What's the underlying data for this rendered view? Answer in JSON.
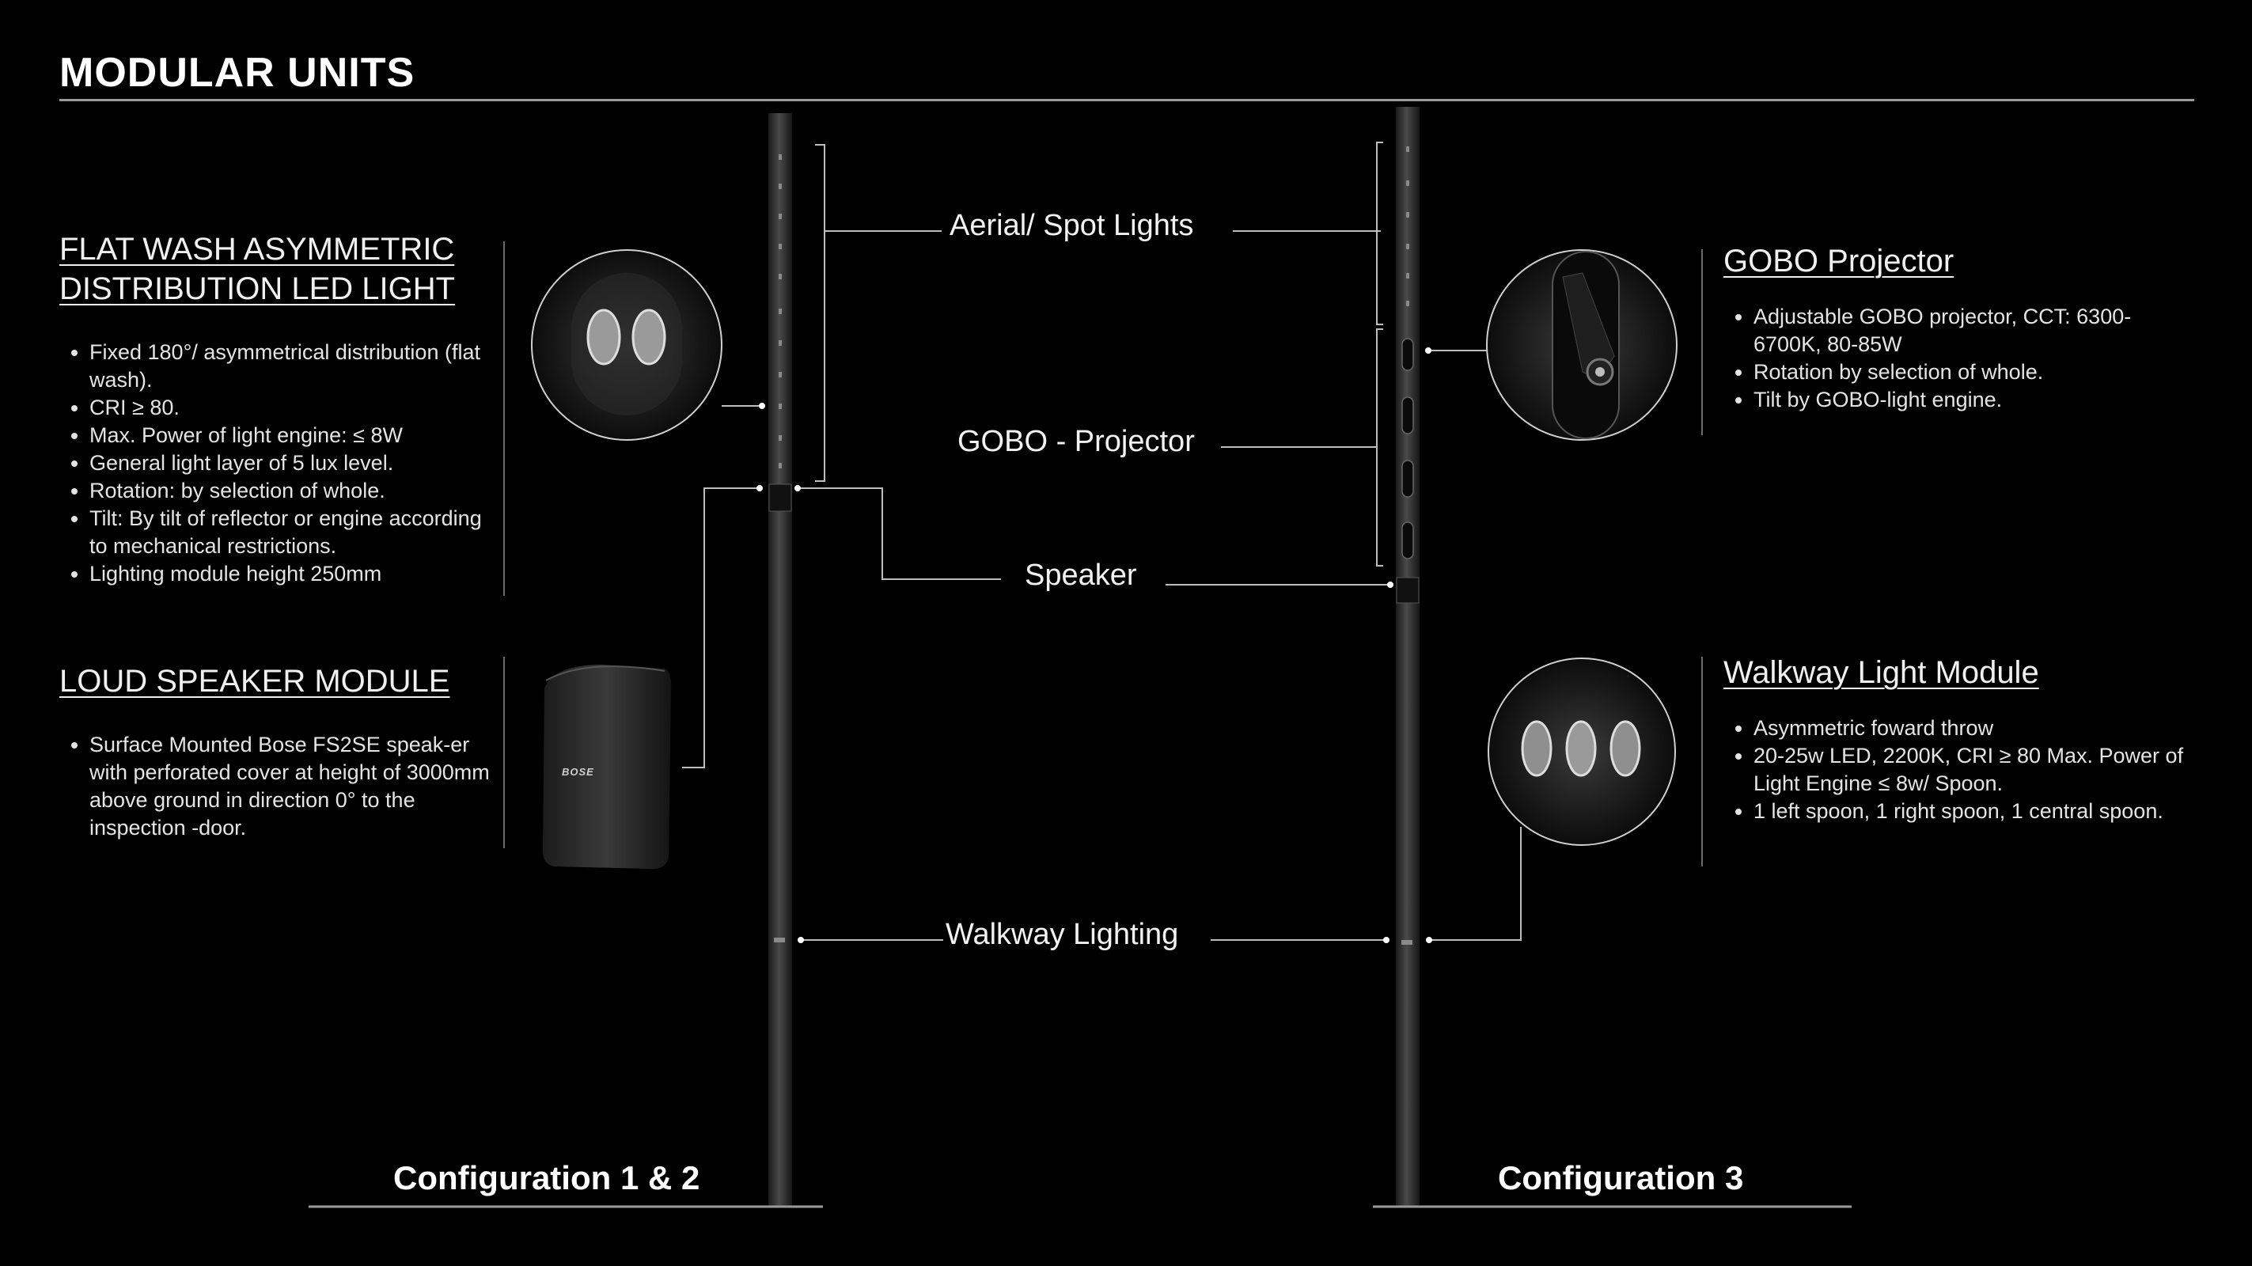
{
  "page": {
    "title": "MODULAR UNITS"
  },
  "left": {
    "flat_wash": {
      "heading_line1": "FLAT WASH ASYMMETRIC",
      "heading_line2": "DISTRIBUTION LED LIGHT",
      "bullets": [
        "Fixed 180°/ asymmetrical distribution (flat wash).",
        "CRI ≥ 80.",
        "Max. Power of light engine: ≤ 8W",
        "General light layer of 5 lux level.",
        "Rotation: by selection of whole.",
        "Tilt: By tilt of reflector or engine according to mechanical restrictions.",
        "Lighting module height 250mm"
      ]
    },
    "speaker": {
      "heading": "LOUD SPEAKER MODULE",
      "bullets": [
        "Surface Mounted Bose FS2SE speak-er with perforated cover at height of 3000mm above ground in direction 0° to the inspection -door."
      ],
      "brand": "BOSE"
    }
  },
  "center": {
    "labels": {
      "aerial": "Aerial/ Spot Lights",
      "gobo": "GOBO - Projector",
      "speaker": "Speaker",
      "walkway": "Walkway Lighting"
    },
    "config_left": "Configuration 1 & 2",
    "config_right": "Configuration 3"
  },
  "right": {
    "gobo": {
      "heading": "GOBO Projector",
      "bullets": [
        "Adjustable GOBO projector, CCT: 6300-6700K, 80-85W",
        "Rotation by selection of whole.",
        "Tilt by GOBO-light engine."
      ]
    },
    "walkway": {
      "heading": "Walkway Light Module",
      "bullets": [
        "Asymmetric foward throw",
        "20-25w LED, 2200K, CRI ≥ 80 Max. Power of Light Engine ≤ 8w/ Spoon.",
        "1 left spoon, 1 right spoon, 1 central spoon."
      ]
    }
  }
}
